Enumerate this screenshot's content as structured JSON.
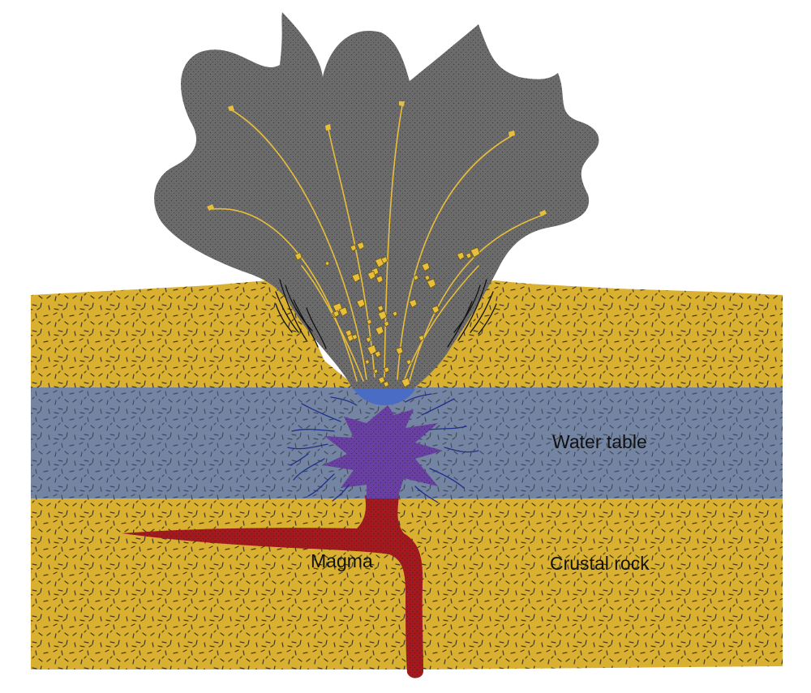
{
  "labels": {
    "water_table": "Water table",
    "magma": "Magma",
    "crustal_rock": "Crustal rock"
  },
  "colors": {
    "crust": "#d9b030",
    "water": "#7485a3",
    "ash_cloud": "#6b6b6b",
    "magma": "#a4191e",
    "steam": "#6a3fa4",
    "vent": "#4a6cc4",
    "ejecta": "#e8be3a",
    "outline": "#111111"
  }
}
